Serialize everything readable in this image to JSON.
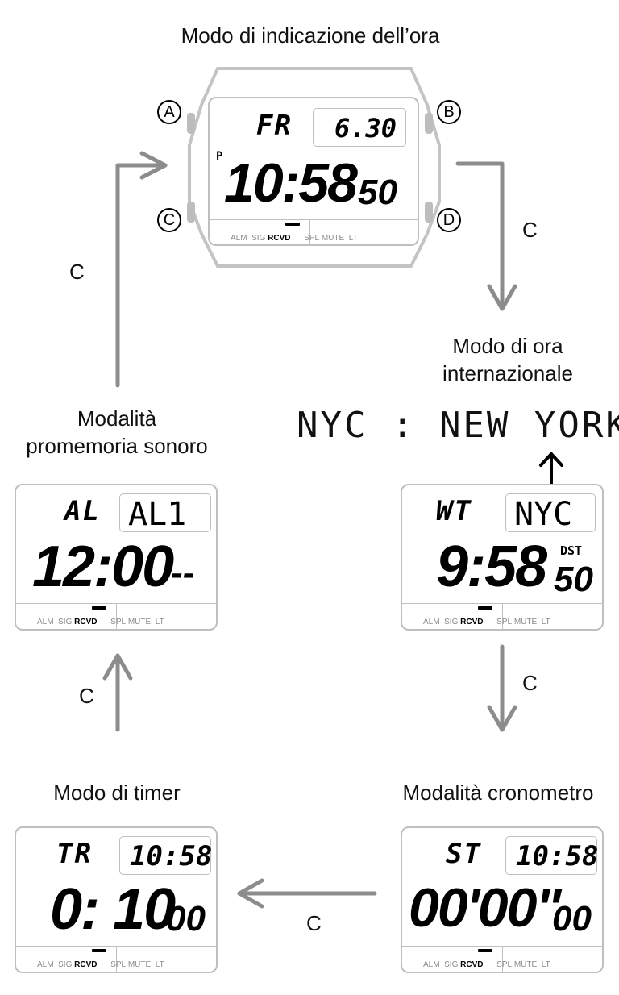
{
  "titles": {
    "timekeeping": "Modo di indicazione dell’ora",
    "world_time": "Modo di ora\ninternazionale",
    "alarm": "Modalità\npromemoria sonoro",
    "timer": "Modo di timer",
    "stopwatch": "Modalità cronometro"
  },
  "transition_label": "C",
  "buttons": {
    "a": "A",
    "b": "B",
    "c": "C",
    "d": "D"
  },
  "status_bar": {
    "alm": "ALM",
    "sig": "SIG",
    "rcvd": "RCVD",
    "spl": "SPL",
    "mute": "MUTE",
    "lt": "LT"
  },
  "world_time_city": "NYC : NEW  YORK",
  "displays": {
    "timekeeping": {
      "abbr": "FR",
      "box": "6.30",
      "pm": "P",
      "main": "10:58",
      "seconds": "50"
    },
    "world_time": {
      "abbr": "WT",
      "box": "NYC",
      "dst": "DST",
      "main": "9:58",
      "seconds": "50"
    },
    "alarm": {
      "abbr": "AL",
      "box": "AL1",
      "main": "12:00",
      "seconds": "--"
    },
    "timer": {
      "abbr": "TR",
      "box": "10:58",
      "main": "0: 10",
      "seconds": "00"
    },
    "stopwatch": {
      "abbr": "ST",
      "box": "10:58",
      "main": "00'00\"",
      "seconds": "00"
    }
  },
  "colors": {
    "arrow_gray": "#8c8c8c",
    "frame_gray": "#bfbfbf"
  }
}
